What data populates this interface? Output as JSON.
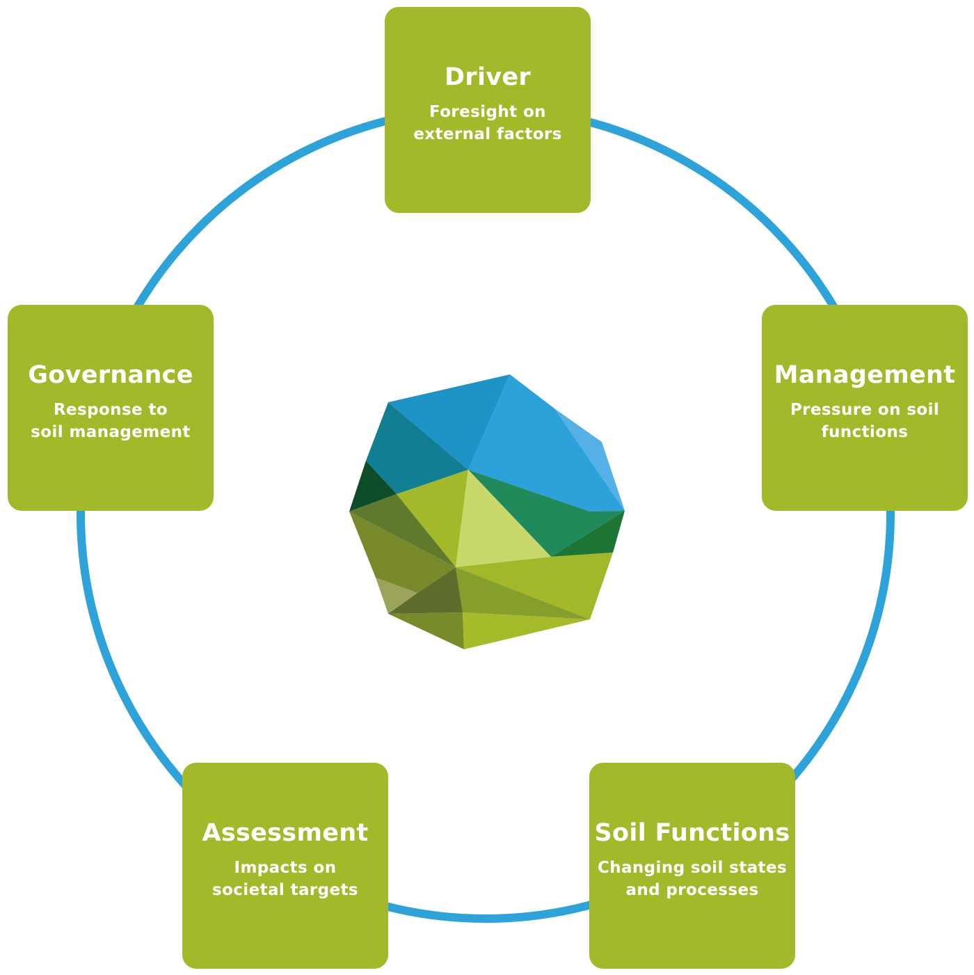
{
  "colors": {
    "cycle_ring": "#2ea3d9",
    "box_fill": "#a3b929",
    "box_text": "#ffffff"
  },
  "nodes": [
    {
      "id": "driver",
      "title": "Driver",
      "description": "Foresight on\nexternal factors"
    },
    {
      "id": "management",
      "title": "Management",
      "description": "Pressure on soil\nfunctions"
    },
    {
      "id": "soil-functions",
      "title": "Soil Functions",
      "description": "Changing soil states\nand processes"
    },
    {
      "id": "assessment",
      "title": "Assessment",
      "description": "Impacts on\nsocietal targets"
    },
    {
      "id": "governance",
      "title": "Governance",
      "description": "Response to\nsoil management"
    }
  ],
  "center_icon": "faceted-polyhedron-logo-icon"
}
